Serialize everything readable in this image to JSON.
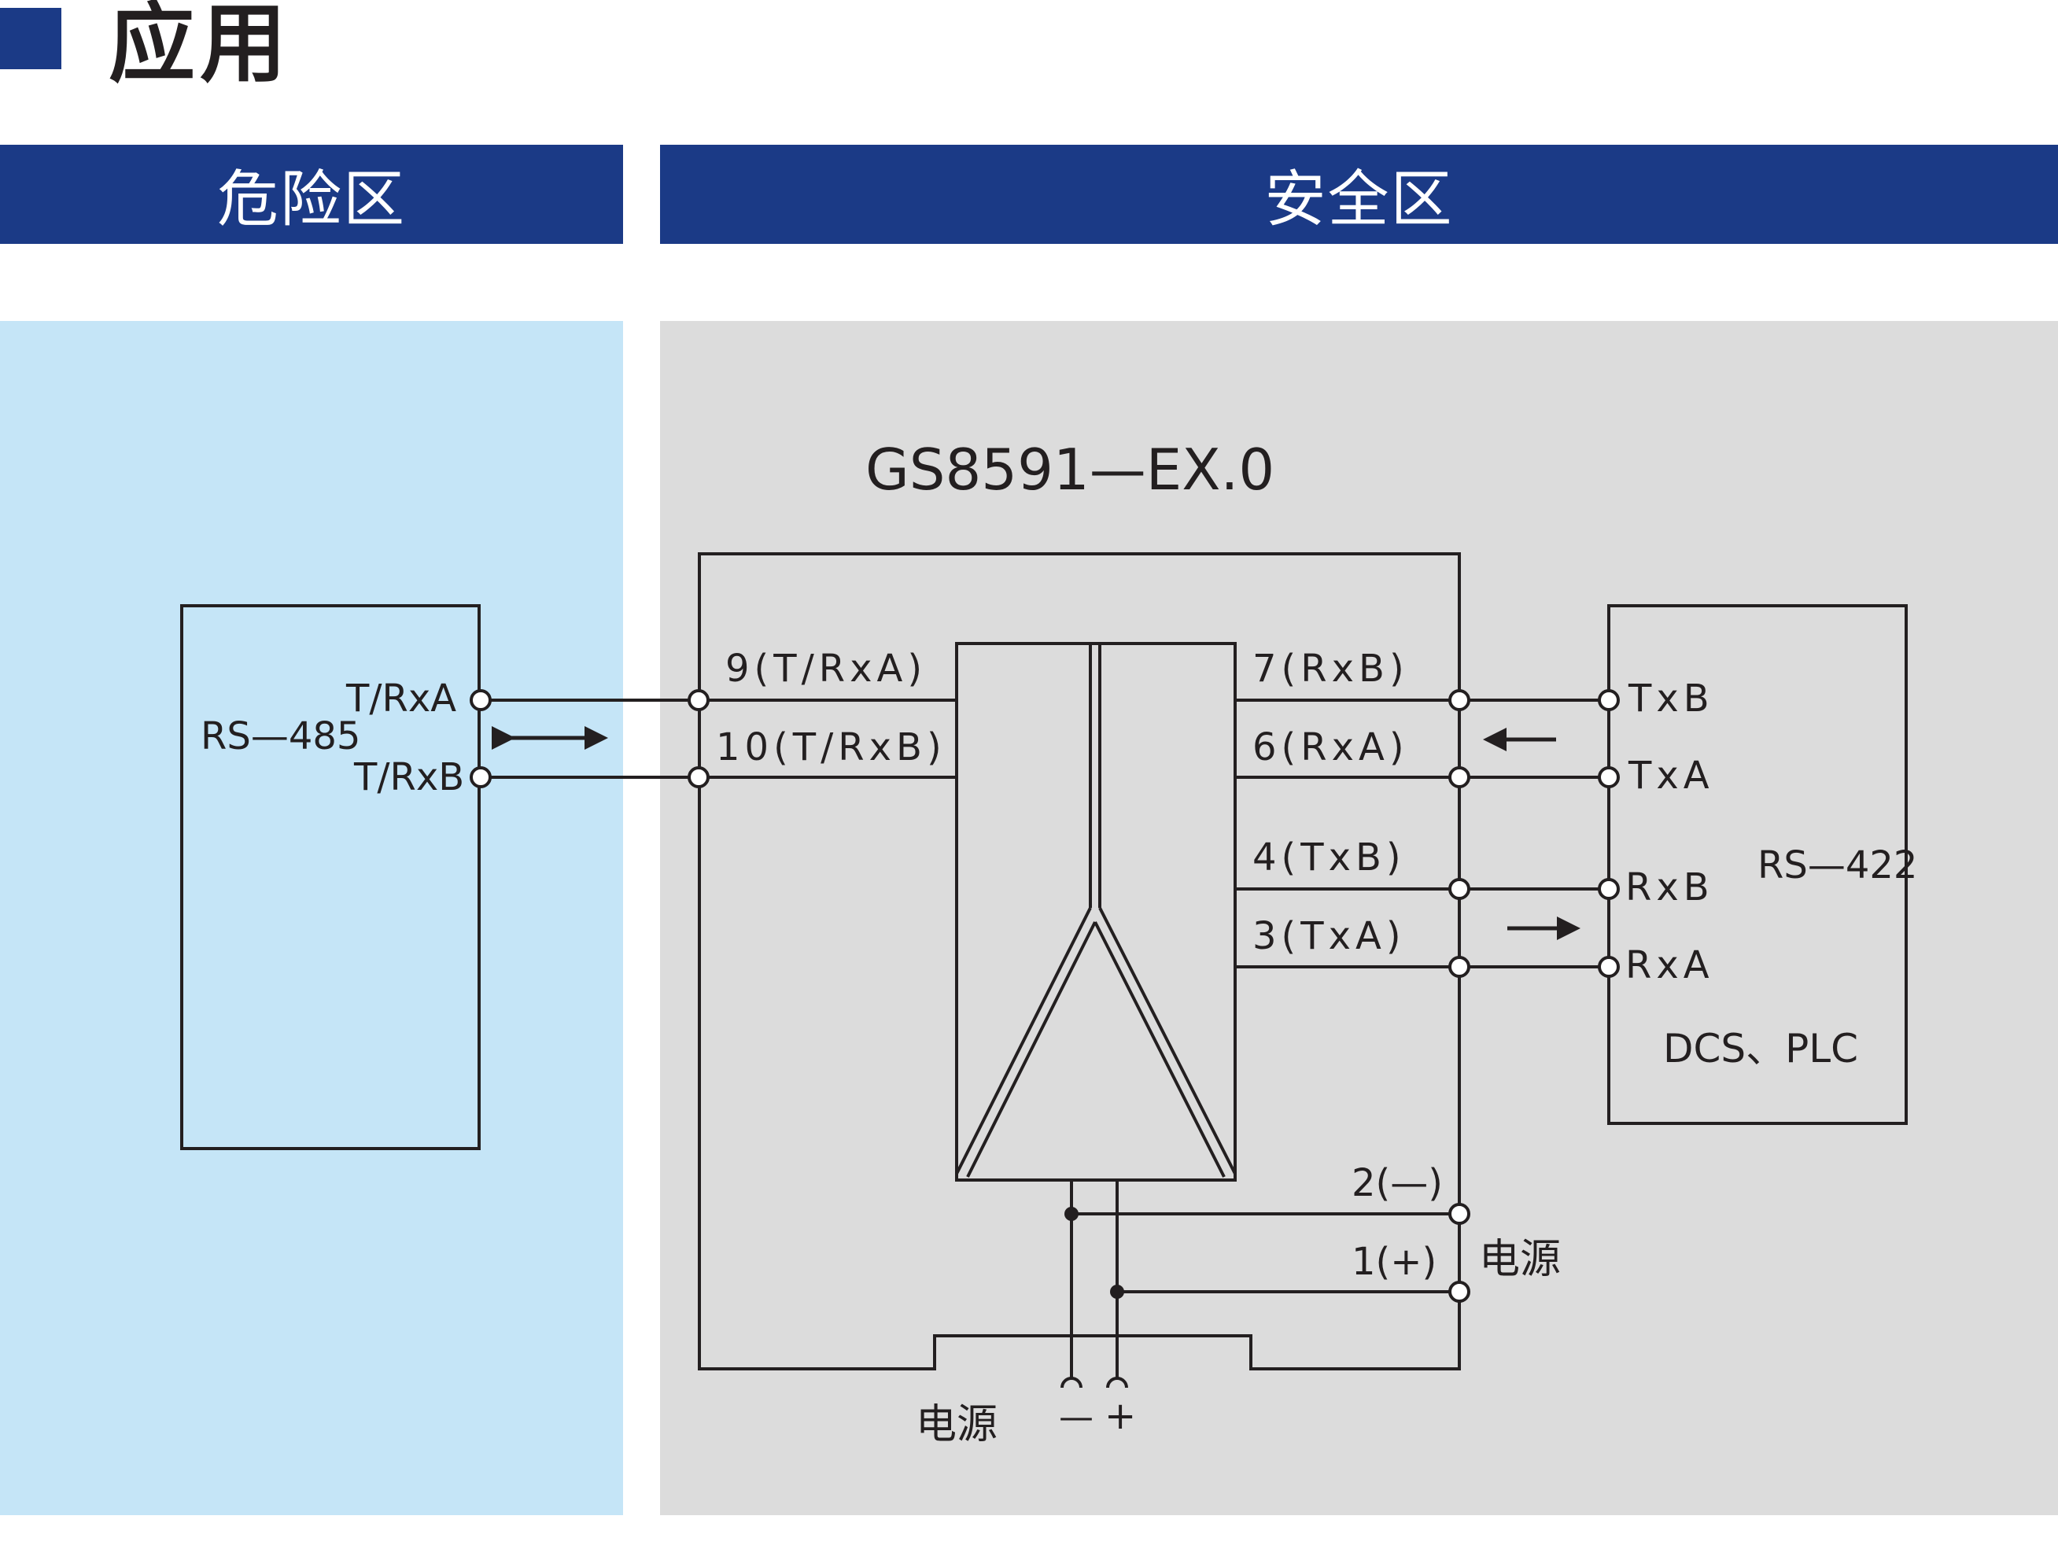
{
  "header": {
    "title": "应用",
    "zone_hazard": "危险区",
    "zone_safe": "安全区"
  },
  "diagram": {
    "model": "GS8591—EX.0",
    "rs485": {
      "name": "RS—485",
      "terminal_a": "T/RxA",
      "terminal_b": "T/RxB"
    },
    "isolator": {
      "pin9": "9(T/RxA)",
      "pin10": "10(T/RxB)",
      "pin7": "7(RxB)",
      "pin6": "6(RxA)",
      "pin4": "4(TxB)",
      "pin3": "3(TxA)",
      "pin2": "2(—)",
      "pin1": "1(+)",
      "power_side": "电源",
      "power_bottom": "电源",
      "minus": "—",
      "plus": "+"
    },
    "rs422": {
      "name": "RS—422",
      "txb": "TxB",
      "txa": "TxA",
      "rxb": "RxB",
      "rxa": "RxA",
      "system": "DCS、PLC"
    }
  },
  "colors": {
    "accent": "#1b3a86",
    "hazard_zone": "#c5e5f7",
    "safe_zone": "#dcdcdc",
    "line": "#231f20"
  }
}
